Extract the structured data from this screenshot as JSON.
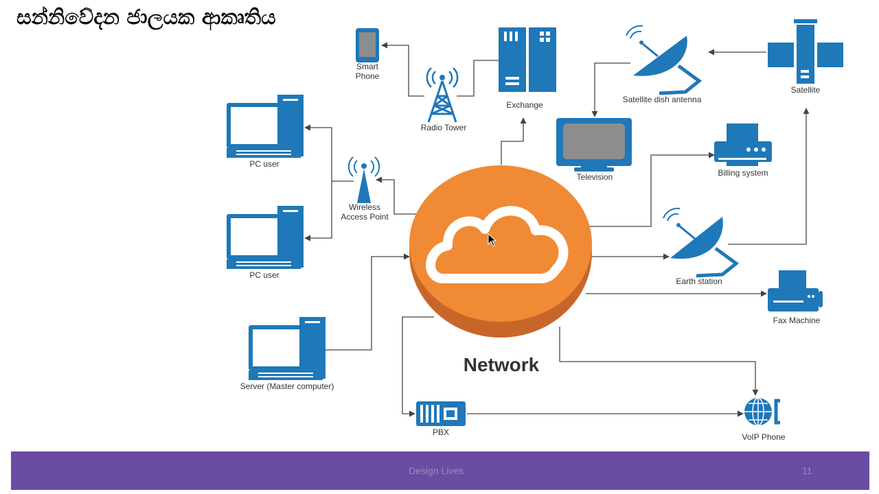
{
  "slide": {
    "title": "සන්නිවේදන ජාලයක ආකෘතිය",
    "footer_text": "Design Lives",
    "page_number": "11"
  },
  "diagram": {
    "center_label": "Network",
    "nodes": {
      "smart_phone": [
        "Smart",
        "Phone"
      ],
      "radio_tower": "Radio Tower",
      "exchange": "Exchange",
      "satellite_dish": "Satellite dish antenna",
      "satellite": "Satellite",
      "pc_user_1": "PC user",
      "pc_user_2": "PC user",
      "wireless_ap": [
        "Wireless",
        "Access Point"
      ],
      "television": "Television",
      "billing_system": "Billing system",
      "earth_station": "Earth station",
      "fax_machine": "Fax Machine",
      "server": "Server (Master computer)",
      "pbx": "PBX",
      "voip_phone": "VoIP Phone"
    }
  },
  "colors": {
    "icon_blue": "#1f78b8",
    "network_orange": "#f08a34",
    "network_rim": "#c8662a",
    "footer_purple": "#6a4da3"
  }
}
